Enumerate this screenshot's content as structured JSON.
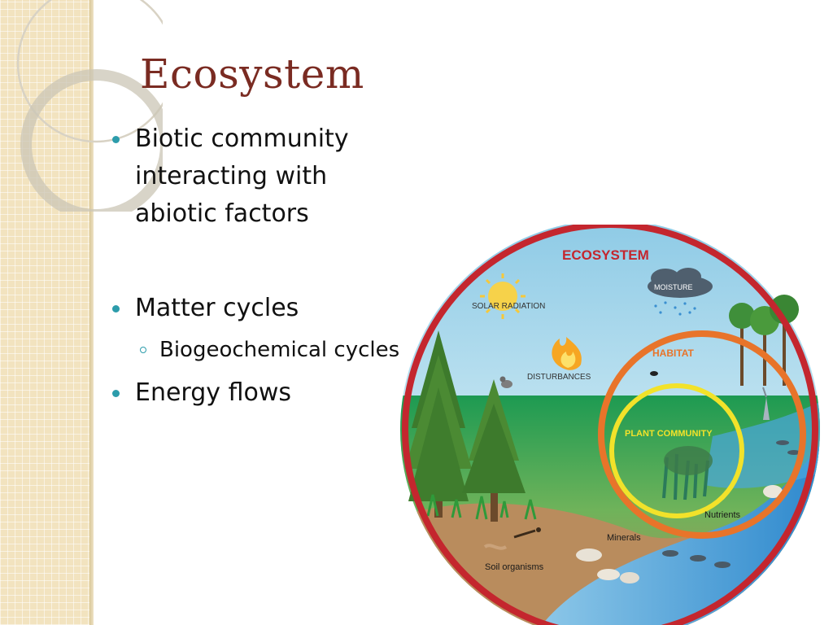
{
  "slide": {
    "title": "Ecosystem",
    "bullets": [
      {
        "text": "Biotic community interacting with abiotic factors"
      },
      {
        "text": "Matter cycles",
        "sub_bullets": [
          {
            "text": "Biogeochemical cycles"
          }
        ]
      },
      {
        "text": "Energy flows"
      }
    ]
  },
  "diagram": {
    "labels": {
      "ecosystem": "ECOSYSTEM",
      "solar_radiation": "SOLAR RADIATION",
      "moisture": "MOISTURE",
      "disturbances": "DISTURBANCES",
      "habitat": "HABITAT",
      "plant_community": "PLANT COMMUNITY",
      "nutrients": "Nutrients",
      "minerals": "Minerals",
      "soil_organisms": "Soil organisms"
    },
    "colors": {
      "ecosystem_ring": "#c4262e",
      "habitat_ring": "#e8742a",
      "plant_community_ring": "#f2e22a",
      "title_accent": "#7a2b22",
      "bullet_accent": "#2c9cab"
    }
  }
}
